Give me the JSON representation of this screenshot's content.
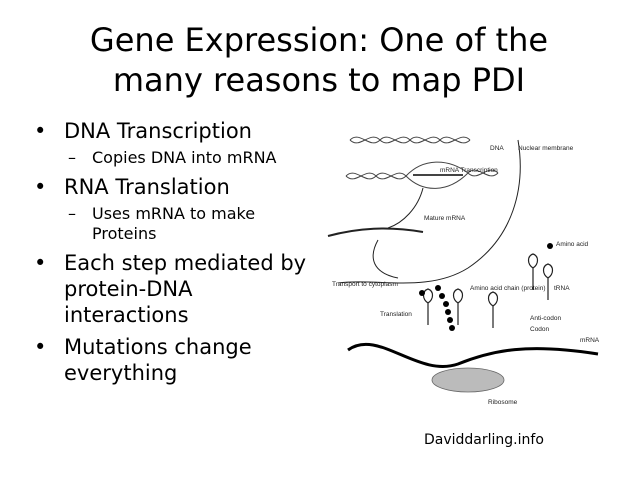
{
  "slide": {
    "title": "Gene Expression: One of the many reasons to map PDI",
    "bullets": [
      {
        "text": "DNA Transcription",
        "sub": "Copies DNA into mRNA"
      },
      {
        "text": "RNA Translation",
        "sub": "Uses mRNA to make Proteins"
      },
      {
        "text": "Each step mediated by protein-DNA interactions"
      },
      {
        "text": "Mutations change everything"
      }
    ],
    "sub_marker": "–",
    "credit": "Daviddarling.info"
  },
  "figure": {
    "labels": {
      "dna": "DNA",
      "nuclear_membrane": "Nuclear membrane",
      "mrna_transcription": "mRNA Transcription",
      "mature_mrna": "Mature mRNA",
      "amino_acid": "Amino acid",
      "transport": "Transport to cytoplasm",
      "amino_acid_chain": "Amino acid chain (protein)",
      "trna": "tRNA",
      "translation": "Translation",
      "anti_codon": "Anti-codon",
      "codon": "Codon",
      "mrna": "mRNA",
      "ribosome": "Ribosome"
    }
  }
}
